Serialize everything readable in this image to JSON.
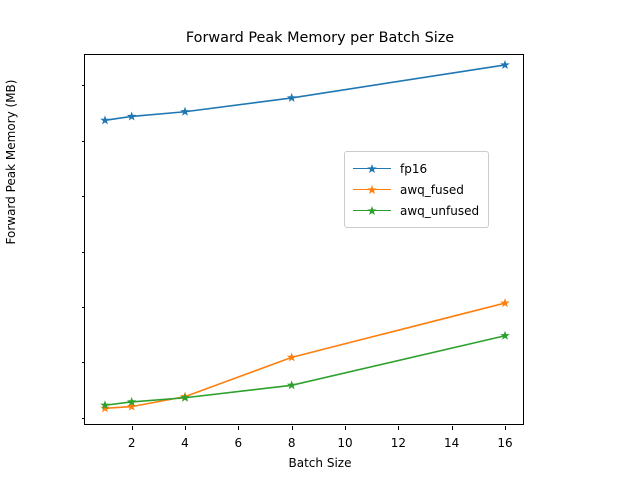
{
  "chart_data": {
    "type": "line",
    "title": "Forward Peak Memory per Batch Size",
    "xlabel": "Batch Size",
    "ylabel": "Forward Peak Memory (MB)",
    "x": [
      1,
      2,
      4,
      8,
      16
    ],
    "xlim": [
      0.25,
      16.75
    ],
    "ylim": [
      5700,
      19100
    ],
    "xticks": [
      2,
      4,
      6,
      8,
      10,
      12,
      14,
      16
    ],
    "yticks": [
      6000,
      8000,
      10000,
      12000,
      14000,
      16000,
      18000
    ],
    "grid": false,
    "legend_position": "center right",
    "marker": "star",
    "series": [
      {
        "name": "fp16",
        "color": "#1f77b4",
        "values": [
          16740,
          16880,
          17050,
          17550,
          18740
        ]
      },
      {
        "name": "awq_fused",
        "color": "#ff7f0e",
        "values": [
          6340,
          6400,
          6760,
          8180,
          10140
        ]
      },
      {
        "name": "awq_unfused",
        "color": "#2ca02c",
        "values": [
          6450,
          6570,
          6720,
          7170,
          8960
        ]
      }
    ]
  }
}
